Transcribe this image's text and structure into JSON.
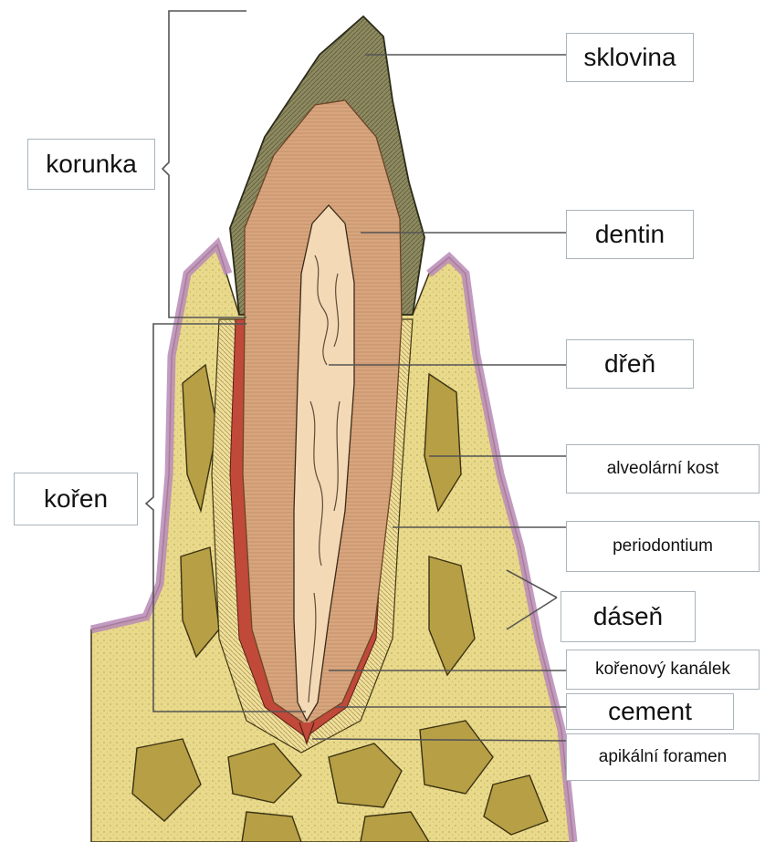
{
  "labels": {
    "korunka": "korunka",
    "koren": "kořen",
    "sklovina": "sklovina",
    "dentin": "dentin",
    "dren": "dřeň",
    "alveolarni_kost": "alveolární kost",
    "periodontium": "periodontium",
    "dasen": "dáseň",
    "korenovy_kanalek": "kořenový kanálek",
    "cement": "cement",
    "apikalni_foramen": "apikální foramen"
  },
  "colors": {
    "enamel": "#8e8a60",
    "dentin": "#d8a57e",
    "pulp": "#f3d9b5",
    "cement": "#c0493a",
    "periodontium": "#f0df9a",
    "alveolar_bone": "#e9d98a",
    "gum": "#b989b6",
    "bone_marrow": "#b79f45",
    "leader_line": "#555555"
  }
}
